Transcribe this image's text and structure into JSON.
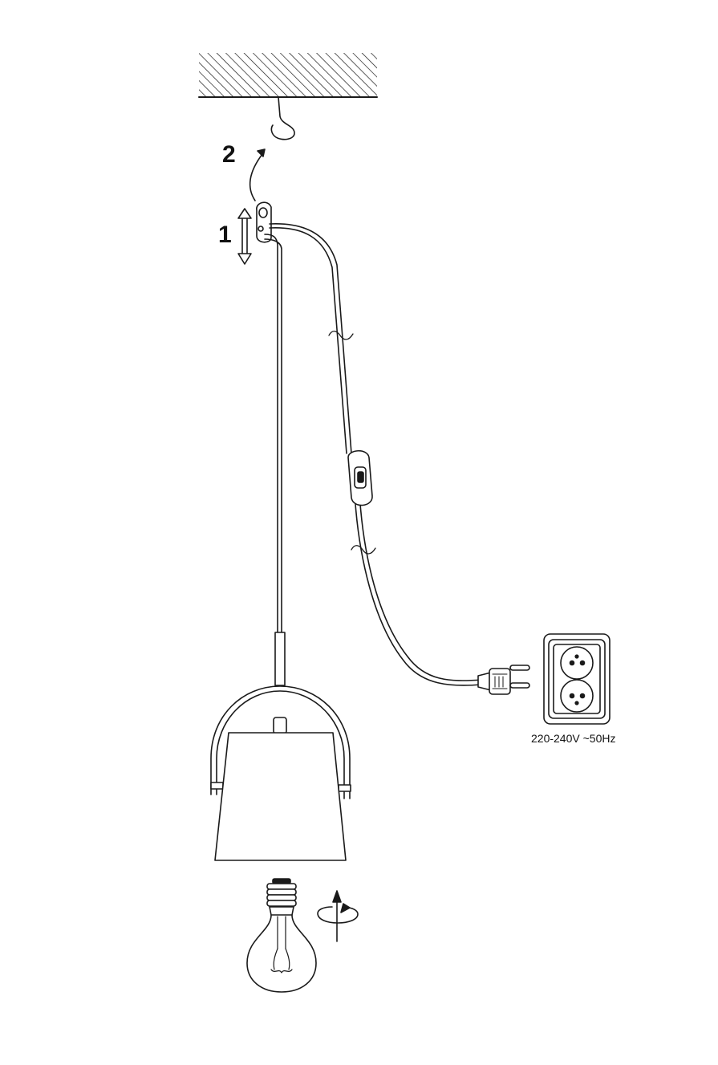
{
  "steps": {
    "one": "1",
    "two": "2"
  },
  "power_spec": "220-240V ~50Hz",
  "colors": {
    "line": "#1a1a1a",
    "background": "#ffffff"
  }
}
